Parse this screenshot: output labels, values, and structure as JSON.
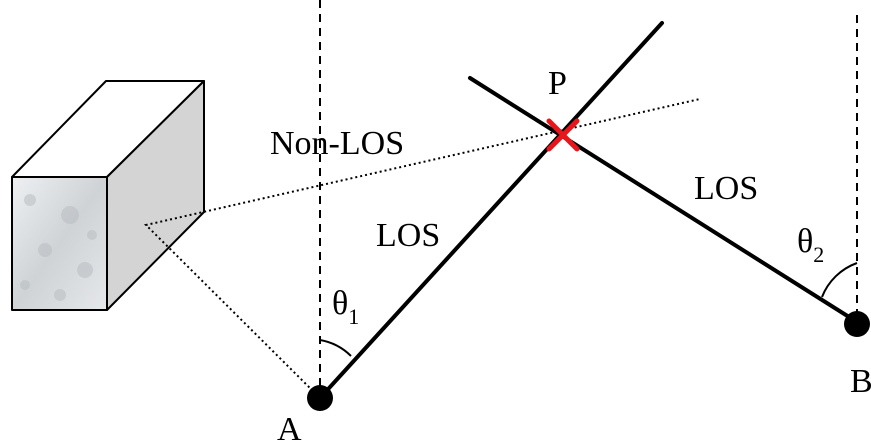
{
  "labels": {
    "point_p": "P",
    "point_a": "A",
    "point_b": "B",
    "non_los": "Non-LOS",
    "los_a": "LOS",
    "los_b": "LOS",
    "theta": "θ",
    "theta1_sub": "1",
    "theta2_sub": "2"
  },
  "colors": {
    "intersection_marker": "#e8151b",
    "endpoint": "#000000",
    "box_front": "#d9dcdf",
    "box_top": "#ffffff",
    "box_side": "#d4d4d4"
  }
}
